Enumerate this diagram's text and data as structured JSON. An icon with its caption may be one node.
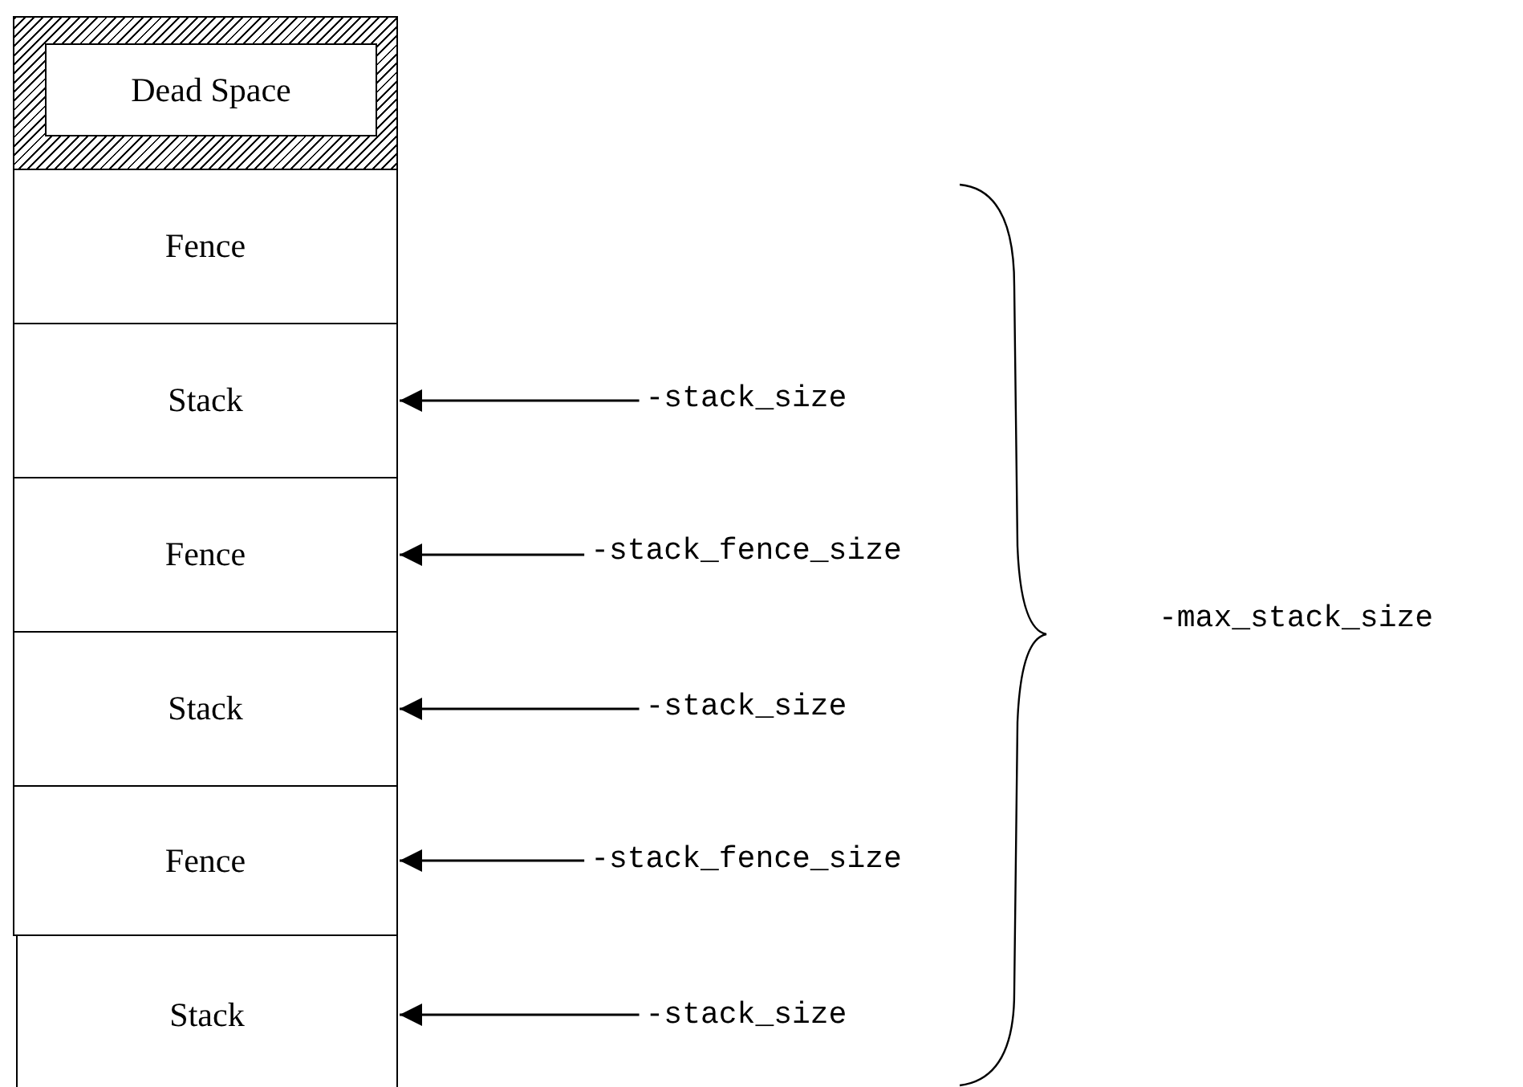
{
  "diagram": {
    "nodes": [
      {
        "text": [],
        "shape": "box"
      },
      {
        "text": [
          "Dead Space"
        ],
        "in": 0
      },
      {
        "text": [
          "Fence"
        ]
      },
      {
        "text": [
          "Stack"
        ]
      },
      {
        "text": [
          "Fence"
        ]
      },
      {
        "text": [
          "Stack"
        ]
      },
      {
        "text": [
          "Fence"
        ]
      },
      {
        "text": [
          "Stack"
        ]
      },
      {
        "text": [
          "-stack_size"
        ]
      },
      {
        "text": [
          "-stack_fence_size"
        ]
      },
      {
        "text": [
          "-stack_size"
        ]
      },
      {
        "text": [
          "-stack_fence_size"
        ]
      },
      {
        "text": [
          "-stack_size"
        ]
      }
    ],
    "edges": [
      {
        "from": 8,
        "to": 3,
        "arrow": "to"
      },
      {
        "from": 9,
        "to": 4,
        "arrow": "to"
      },
      {
        "from": 10,
        "to": 5,
        "arrow": "to"
      },
      {
        "from": 11,
        "to": 6,
        "arrow": "to"
      },
      {
        "from": 12,
        "to": 7,
        "arrow": "to"
      }
    ],
    "labels": [
      "-max_stack_size"
    ]
  }
}
